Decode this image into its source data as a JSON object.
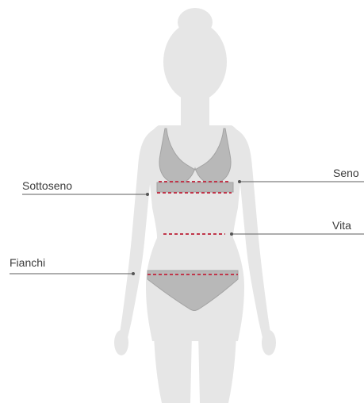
{
  "labels": {
    "sottoseno": "Sottoseno",
    "seno": "Seno",
    "vita": "Vita",
    "fianchi": "Fianchi"
  },
  "colors": {
    "figure": "#e6e6e6",
    "garment": "#b8b8b8",
    "measure_line": "#c0364a",
    "leader_line": "#7d7d7d",
    "text": "#3a3a3a"
  }
}
